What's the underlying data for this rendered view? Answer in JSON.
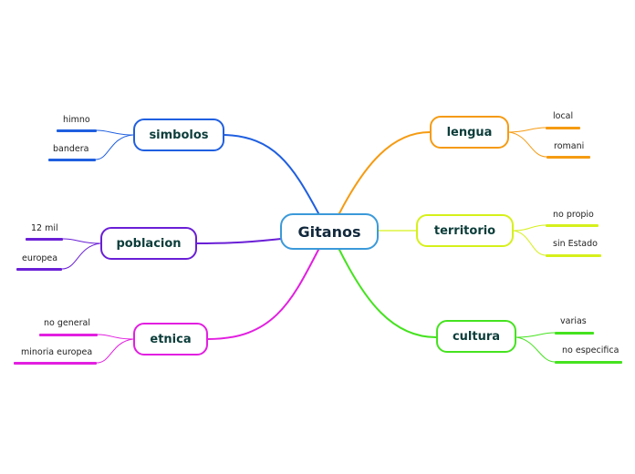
{
  "center": {
    "label": "Gitanos",
    "color": "#3b9ad9"
  },
  "branches": {
    "simbolos": {
      "label": "simbolos",
      "color": "#1f5fe0",
      "leaves": [
        "himno",
        "bandera"
      ]
    },
    "poblacion": {
      "label": "poblacion",
      "color": "#6a1fd6",
      "leaves": [
        "12 mil",
        "europea"
      ]
    },
    "etnica": {
      "label": "etnica",
      "color": "#e21fe0",
      "leaves": [
        "no general",
        "minoria europea"
      ]
    },
    "lengua": {
      "label": "lengua",
      "color": "#f59b12",
      "leaves": [
        "local",
        "romani"
      ]
    },
    "territorio": {
      "label": "territorio",
      "color": "#d6f01a",
      "leaves": [
        "no propio",
        "sin Estado"
      ]
    },
    "cultura": {
      "label": "cultura",
      "color": "#45e21f",
      "leaves": [
        "varias",
        "no especifica"
      ]
    }
  }
}
